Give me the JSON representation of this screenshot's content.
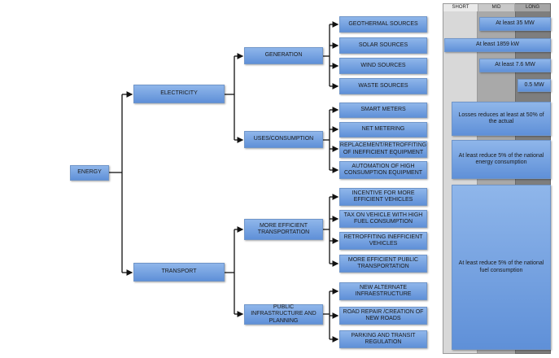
{
  "tree": {
    "root": "ENERGY",
    "electricity": "ELECTRICITY",
    "transport": "TRANSPORT",
    "generation": "GENERATION",
    "uses_consumption": "USES/CONSUMPTION",
    "more_efficient_transportation": "MORE EFFICIENT TRANSPORTATION",
    "public_infrastructure": "PUBLIC INFRASTRUCTURE AND PLANNING",
    "generation_items": [
      "GEOTHERMAL SOURCES",
      "SOLAR SOURCES",
      "WIND SOURCES",
      "WASTE SOURCES"
    ],
    "consumption_items": [
      "SMART METERS",
      "NET METERING",
      "REPLACEMENT/RETROFFITING OF INEFFICIENT EQUIPMENT",
      "AUTOMATION OF HIGH CONSUMPTION EQUIPMENT"
    ],
    "transportation_items": [
      "INCENTIVE FOR MORE EFFICIENT VEHICLES",
      "TAX ON VEHICLE WITH HIGH FUEL CONSUMPTION",
      "RETROFFITING INEFFICIENT VEHICLES",
      "MORE EFFICIENT PUBLIC TRANSPORTATION"
    ],
    "infrastructure_items": [
      "NEW ALTERNATE INFRAESTRUCTURE",
      "ROAD REPAIR /CREATION OF NEW ROADS",
      "PARKING AND TRANSIT REGULATION"
    ]
  },
  "timeline": {
    "headers": [
      "SHORT",
      "MID",
      "LONG"
    ],
    "targets": [
      "At least 35 MW",
      "At least 1859 kW",
      "At least 7.6 MW",
      "0.5 MW",
      "Losses reduces at least at 50% of the actual",
      "At least reduce 5% of the national energy consumption",
      "At least reduce 5% of the national fuel consumption"
    ]
  },
  "colors": {
    "box_fill": "#7aa6e2",
    "box_border": "#6f95c9",
    "short_column": "#d6d6d6",
    "mid_column": "#a8a8a8",
    "long_column": "#7d7d7d",
    "connector": "#111111"
  }
}
